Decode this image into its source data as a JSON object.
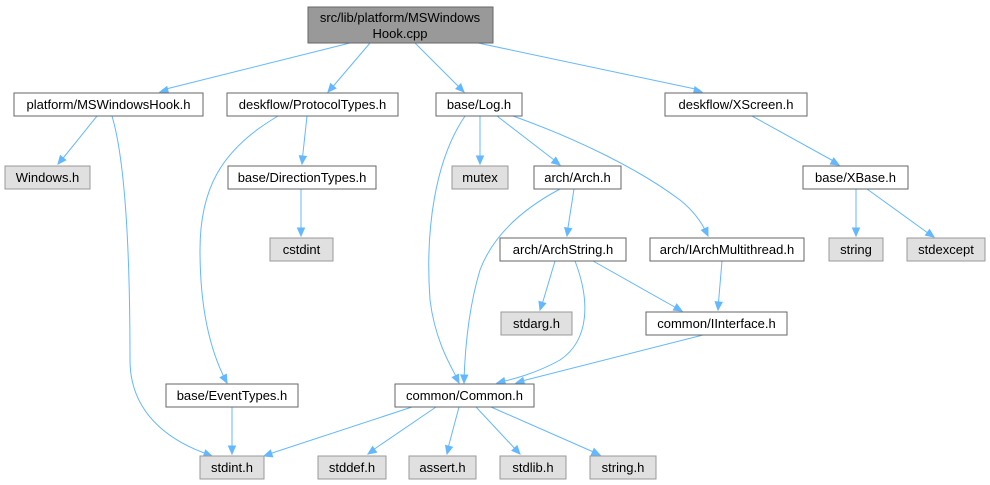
{
  "diagram": {
    "nodes": {
      "root": [
        "src/lib/platform/MSWindows",
        "Hook.cpp"
      ],
      "platform_mswindowshook_h": "platform/MSWindowsHook.h",
      "deskflow_protocoltypes_h": "deskflow/ProtocolTypes.h",
      "base_log_h": "base/Log.h",
      "deskflow_xscreen_h": "deskflow/XScreen.h",
      "windows_h": "Windows.h",
      "base_directiontypes_h": "base/DirectionTypes.h",
      "mutex": "mutex",
      "arch_arch_h": "arch/Arch.h",
      "base_xbase_h": "base/XBase.h",
      "cstdint": "cstdint",
      "arch_archstring_h": "arch/ArchString.h",
      "arch_iarchmultithread_h": "arch/IArchMultithread.h",
      "string": "string",
      "stdexcept": "stdexcept",
      "stdarg_h": "stdarg.h",
      "common_iinterface_h": "common/IInterface.h",
      "base_eventtypes_h": "base/EventTypes.h",
      "common_common_h": "common/Common.h",
      "stdint_h": "stdint.h",
      "stddef_h": "stddef.h",
      "assert_h": "assert.h",
      "stdlib_h": "stdlib.h",
      "string_h": "string.h"
    }
  }
}
